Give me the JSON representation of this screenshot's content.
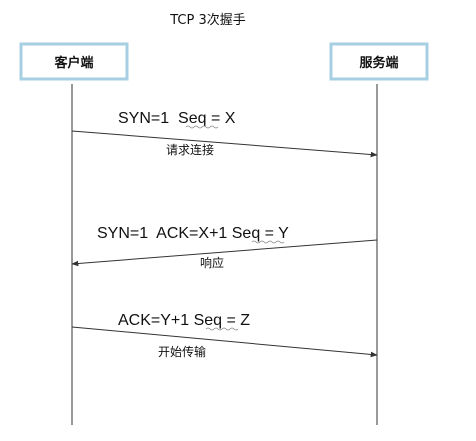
{
  "title": "TCP 3次握手",
  "client": {
    "label": "客户端"
  },
  "server": {
    "label": "服务端"
  },
  "messages": [
    {
      "direction": "client-to-server",
      "header": "SYN=1  Seq = X",
      "desc": "请求连接"
    },
    {
      "direction": "server-to-client",
      "header": "SYN=1  ACK=X+1 Seq = Y",
      "desc": "响应"
    },
    {
      "direction": "client-to-server",
      "header": "ACK=Y+1 Seq = Z",
      "desc": "开始传输"
    }
  ],
  "colors": {
    "box_border": "#a7cfe3",
    "box_fill": "#ffffff",
    "line": "#333333",
    "text": "#111111",
    "wavy_underline": "#888888"
  }
}
